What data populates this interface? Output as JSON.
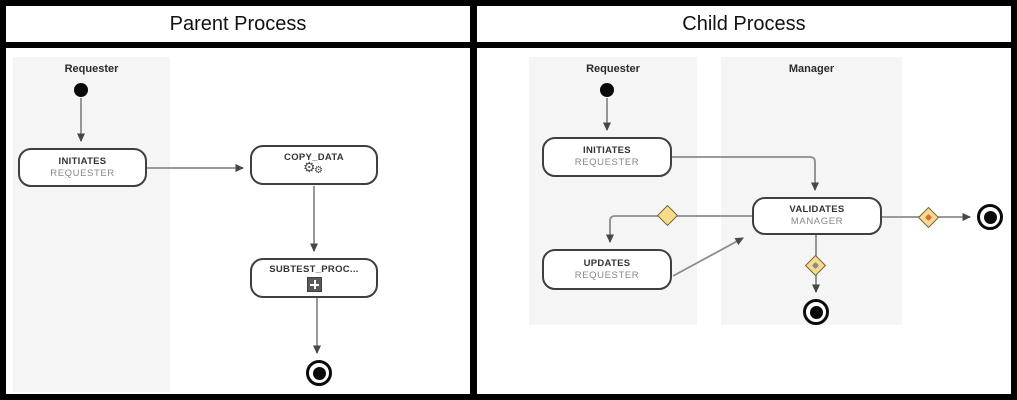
{
  "panels": {
    "parent": {
      "title": "Parent Process",
      "lane": {
        "label": "Requester"
      },
      "nodes": {
        "initiates": {
          "label": "INITIATES",
          "sublabel": "REQUESTER"
        },
        "copy_data": {
          "label": "COPY_DATA",
          "icon": "service-gears"
        },
        "subtest": {
          "label": "SUBTEST_PROC...",
          "icon": "subprocess-plus"
        }
      }
    },
    "child": {
      "title": "Child Process",
      "lanes": [
        {
          "label": "Requester"
        },
        {
          "label": "Manager"
        }
      ],
      "nodes": {
        "initiates": {
          "label": "INITIATES",
          "sublabel": "REQUESTER"
        },
        "validates": {
          "label": "VALIDATES",
          "sublabel": "MANAGER"
        },
        "updates": {
          "label": "UPDATES",
          "sublabel": "REQUESTER"
        }
      }
    }
  },
  "icons": {
    "gear_glyph": "⚙"
  },
  "colors": {
    "lane_bg": "#f5f5f5",
    "node_border": "#3f3f3f",
    "flow_line": "#8c8c8c",
    "arrowhead": "#474747",
    "gateway_fill": "#f8dc8a",
    "gateway_dot_warning": "#e2674a",
    "gateway_dot_default": "#8a8a8a",
    "event_color": "#0a0a0a"
  }
}
